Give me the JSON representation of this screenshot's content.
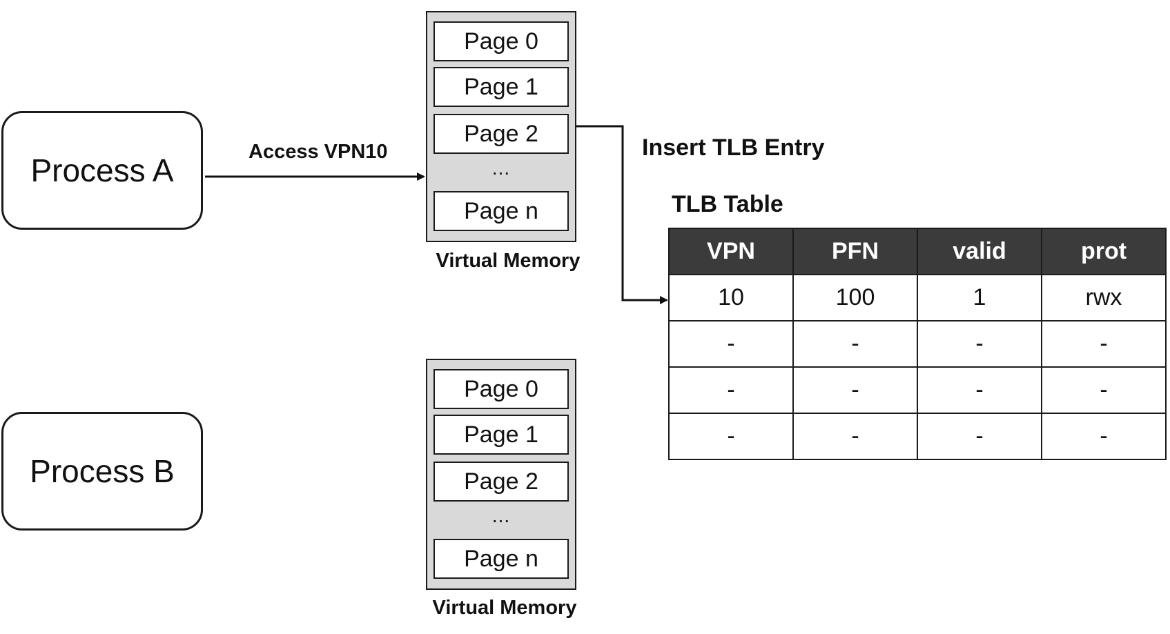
{
  "process_a": {
    "label": "Process A"
  },
  "process_b": {
    "label": "Process B"
  },
  "access_label": "Access VPN10",
  "insert_label": "Insert TLB Entry",
  "virtual_memory_a": {
    "caption": "Virtual Memory",
    "pages": [
      "Page 0",
      "Page 1",
      "Page 2",
      "Page n"
    ],
    "ellipsis": "..."
  },
  "virtual_memory_b": {
    "caption": "Virtual Memory",
    "pages": [
      "Page 0",
      "Page 1",
      "Page 2",
      "Page n"
    ],
    "ellipsis": "..."
  },
  "tlb": {
    "title": "TLB Table",
    "headers": [
      "VPN",
      "PFN",
      "valid",
      "prot"
    ],
    "rows": [
      [
        "10",
        "100",
        "1",
        "rwx"
      ],
      [
        "-",
        "-",
        "-",
        "-"
      ],
      [
        "-",
        "-",
        "-",
        "-"
      ],
      [
        "-",
        "-",
        "-",
        "-"
      ]
    ]
  }
}
